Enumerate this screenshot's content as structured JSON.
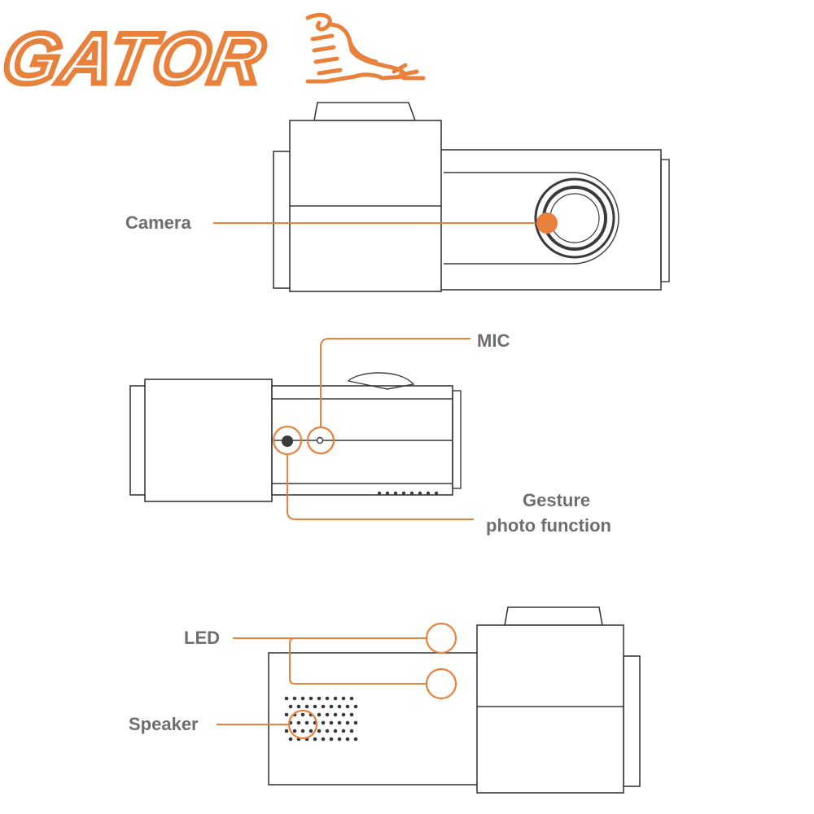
{
  "brand": {
    "logo_text": "GATOR",
    "accent": "#e8813c"
  },
  "labels": {
    "camera": "Camera",
    "mic": "MIC",
    "gesture_line1": "Gesture",
    "gesture_line2": "photo function",
    "led": "LED",
    "speaker": "Speaker"
  },
  "colors": {
    "label": "#6e6e6e",
    "outline": "#3a3a3a",
    "callout": "#e8813c"
  }
}
